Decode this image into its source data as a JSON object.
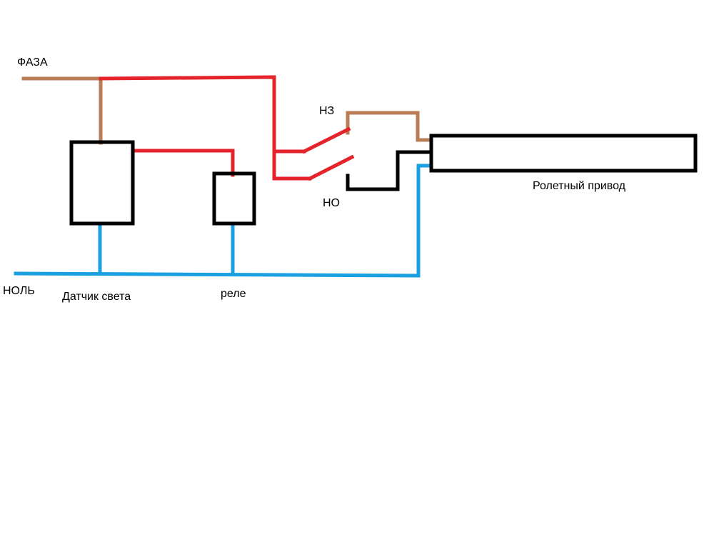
{
  "labels": {
    "phase": "ФАЗА",
    "neutral": "НОЛЬ",
    "light_sensor": "Датчик света",
    "relay": "реле",
    "normally_closed": "НЗ",
    "normally_open": "НО",
    "roller_drive": "Ролетный привод"
  },
  "colors": {
    "phase_wire": "#b87d55",
    "relay_wire": "#e5232a",
    "neutral_wire": "#1a9fe0",
    "device_outline": "#000000",
    "background": "#ffffff"
  }
}
